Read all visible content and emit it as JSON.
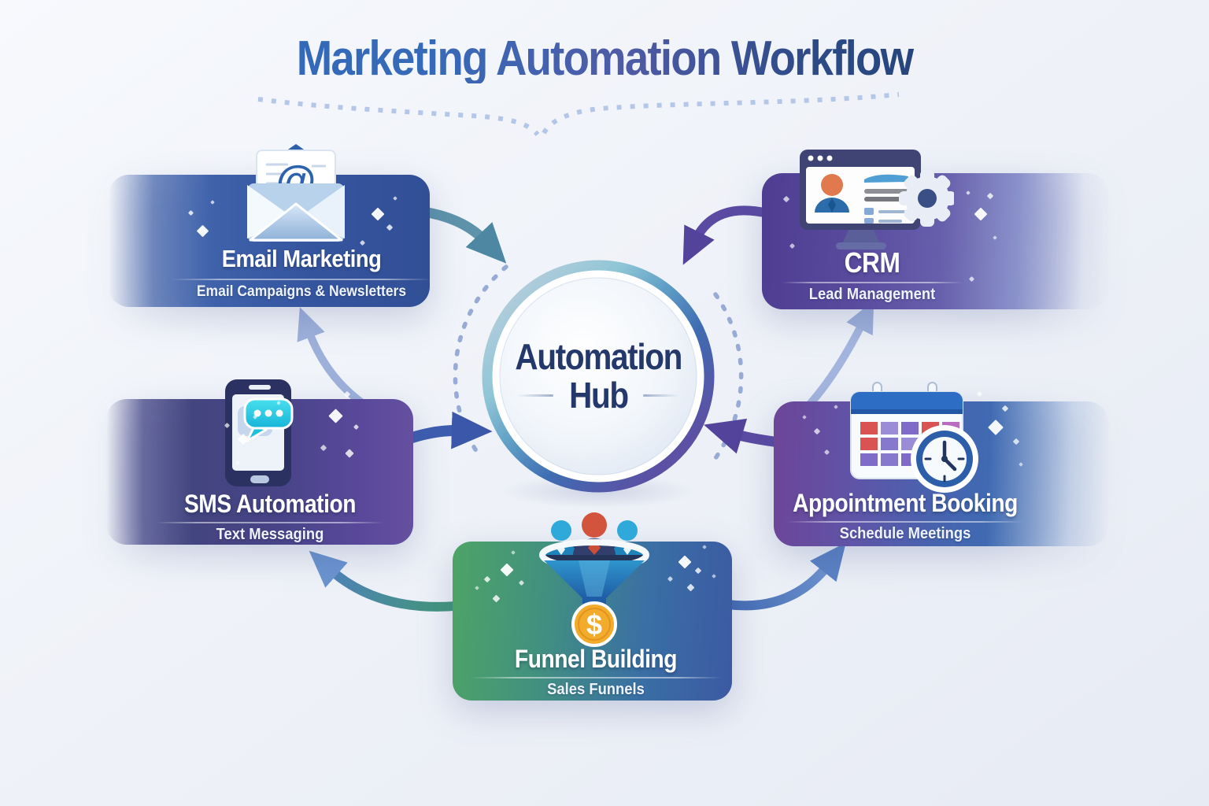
{
  "title": "Marketing Automation Workflow",
  "hub": {
    "line1": "Automation",
    "line2": "Hub"
  },
  "nodes": [
    {
      "id": "email-marketing",
      "title": "Email Marketing",
      "subtitle": "Email Campaigns & Newsletters",
      "icon": "envelope-at-icon"
    },
    {
      "id": "crm",
      "title": "CRM",
      "subtitle": "Lead Management",
      "icon": "crm-monitor-gear-icon"
    },
    {
      "id": "sms-automation",
      "title": "SMS Automation",
      "subtitle": "Text Messaging",
      "icon": "phone-chat-bubble-icon"
    },
    {
      "id": "appointment-booking",
      "title": "Appointment Booking",
      "subtitle": "Schedule Meetings",
      "icon": "calendar-clock-icon"
    },
    {
      "id": "funnel-building",
      "title": "Funnel Building",
      "subtitle": "Sales Funnels",
      "icon": "funnel-dollar-icon"
    }
  ],
  "glyphs": {
    "at": "@",
    "dollar": "$"
  },
  "colors": {
    "background": "#eff2f8",
    "title_blue": "#2f68ba",
    "title_indigo": "#4f5ba6",
    "title_navy": "#1c3a66",
    "hub_text": "#24386b",
    "email_box": "#35559f",
    "crm_box": "#5a4b9e",
    "sms_box": "#474487",
    "appointment_box": "#4a62ae",
    "funnel_green": "#4ea366",
    "funnel_blue": "#3c59a3",
    "arrow_teal": "#5e93ab",
    "arrow_purple": "#5b4aa2",
    "arrow_blue": "#3e5db0",
    "arrow_periwinkle": "#9db0da",
    "arrow_green_blue": "#4f83b8"
  }
}
